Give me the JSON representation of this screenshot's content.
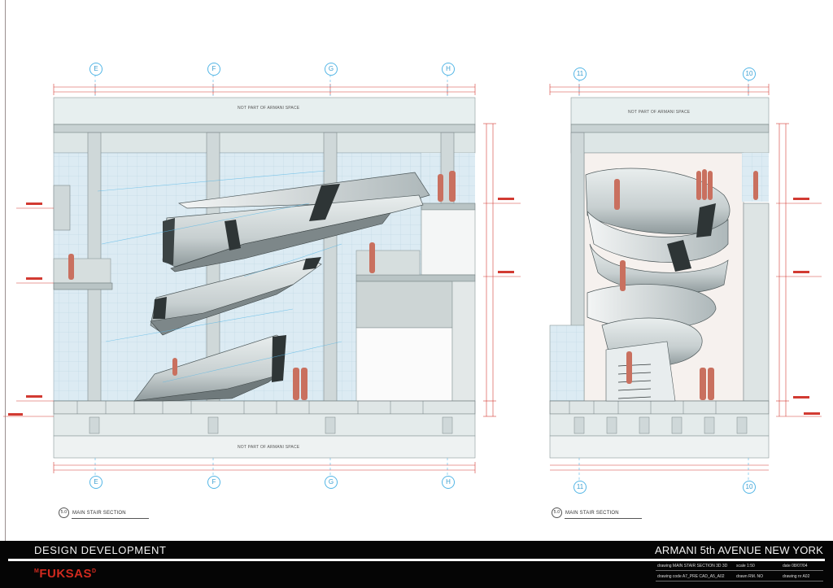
{
  "grid_left_top": [
    "E",
    "F",
    "G",
    "H"
  ],
  "grid_left_bottom": [
    "E",
    "F",
    "G",
    "H"
  ],
  "grid_right_top": [
    "11",
    "10"
  ],
  "grid_right_bottom": [
    "11",
    "10"
  ],
  "not_part_label": "NOT PART OF ARMANI SPACE",
  "captions": {
    "left_num": "5.0",
    "left_text": "MAIN STAIR SECTION",
    "right_num": "5.0",
    "right_text": "MAIN STAIR SECTION"
  },
  "title_block": {
    "left_title": "DESIGN DEVELOPMENT",
    "right_title": "ARMANI 5th AVENUE NEW YORK",
    "logo": "FUKSAS",
    "meta_1a": "drawing MAIN STAIR SECTION 3D 3D",
    "meta_1b": "scale 1:50",
    "meta_1c": "date 08/07/04",
    "meta_2a": "drawing code A7_PRE CAD_A5_A02",
    "meta_2b": "drawn RM. NO",
    "meta_2c": "drawing nr A02"
  },
  "colors": {
    "grid_blue": "#53b6e6",
    "dimension_red": "#d23a32",
    "glass": "#dcebf3",
    "people": "#c9705f",
    "title_band": "#050505",
    "logo_red": "#d12a1f"
  }
}
